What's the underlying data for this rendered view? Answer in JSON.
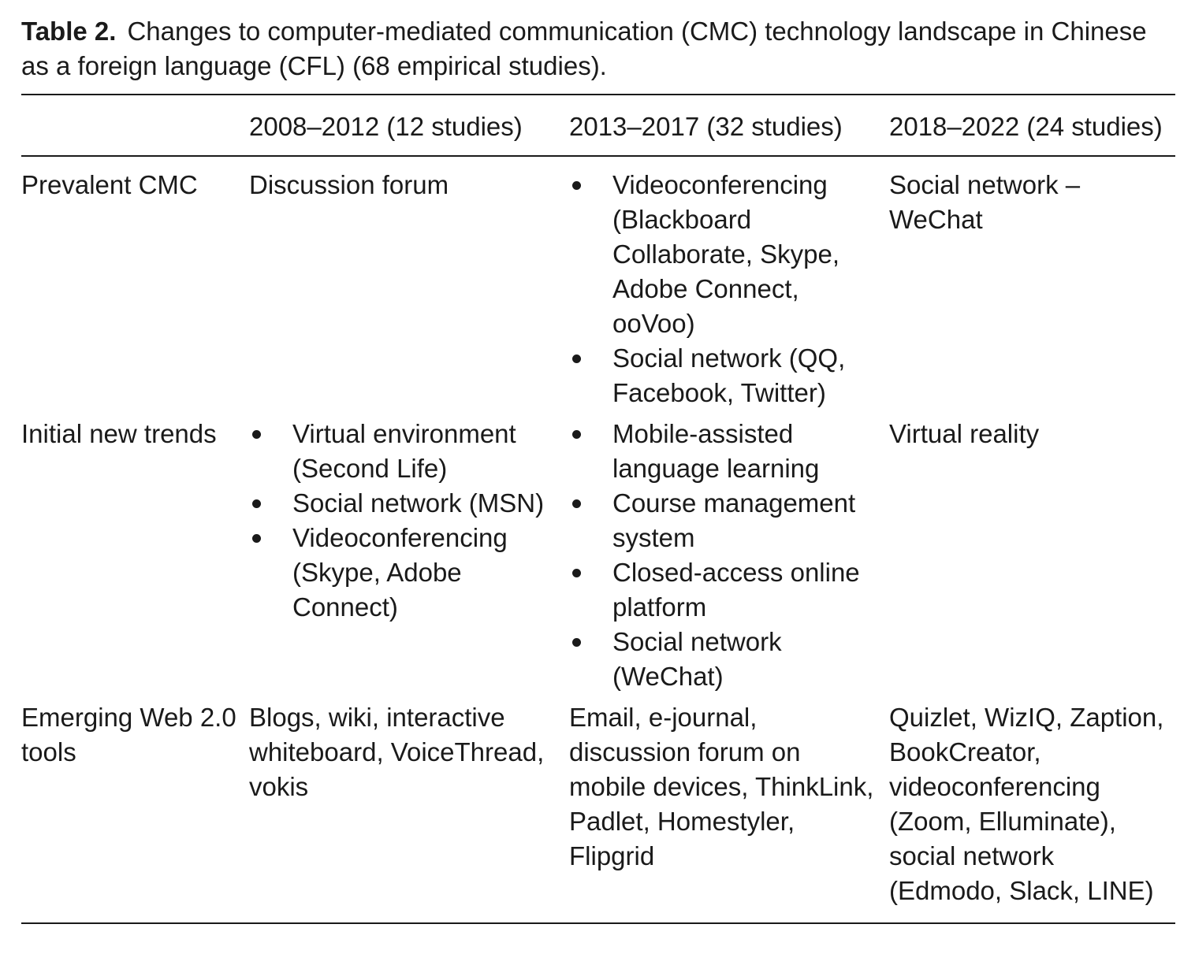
{
  "caption": {
    "label": "Table 2.",
    "text": "Changes to computer-mediated communication (CMC) technology landscape in Chinese as a foreign language (CFL) (68 empirical studies)."
  },
  "table": {
    "headers": [
      "",
      "2008–2012 (12 studies)",
      "2013–2017 (32 studies)",
      "2018–2022 (24 studies)"
    ],
    "rows": [
      {
        "label": "Prevalent CMC",
        "cells": [
          {
            "text": "Discussion forum"
          },
          {
            "bullets": [
              "Videoconferencing (Blackboard Collaborate, Skype, Adobe Connect, ooVoo)",
              "Social network (QQ, Facebook, Twitter)"
            ]
          },
          {
            "text": "Social network – WeChat"
          }
        ]
      },
      {
        "label": "Initial new trends",
        "cells": [
          {
            "bullets": [
              "Virtual environment (Second Life)",
              "Social network (MSN)",
              "Videoconferencing (Skype, Adobe Connect)"
            ]
          },
          {
            "bullets": [
              "Mobile-assisted language learning",
              "Course management system",
              "Closed-access online platform",
              "Social network (WeChat)"
            ]
          },
          {
            "text": "Virtual reality"
          }
        ]
      },
      {
        "label": "Emerging Web 2.0 tools",
        "cells": [
          {
            "text": "Blogs, wiki, interactive whiteboard, VoiceThread, vokis"
          },
          {
            "text": "Email, e-journal, discussion forum on mobile devices, ThinkLink, Padlet, Homestyler, Flipgrid"
          },
          {
            "text": "Quizlet, WizIQ, Zaption, BookCreator, videoconferencing (Zoom, Elluminate), social network (Edmodo, Slack, LINE)"
          }
        ]
      }
    ]
  }
}
